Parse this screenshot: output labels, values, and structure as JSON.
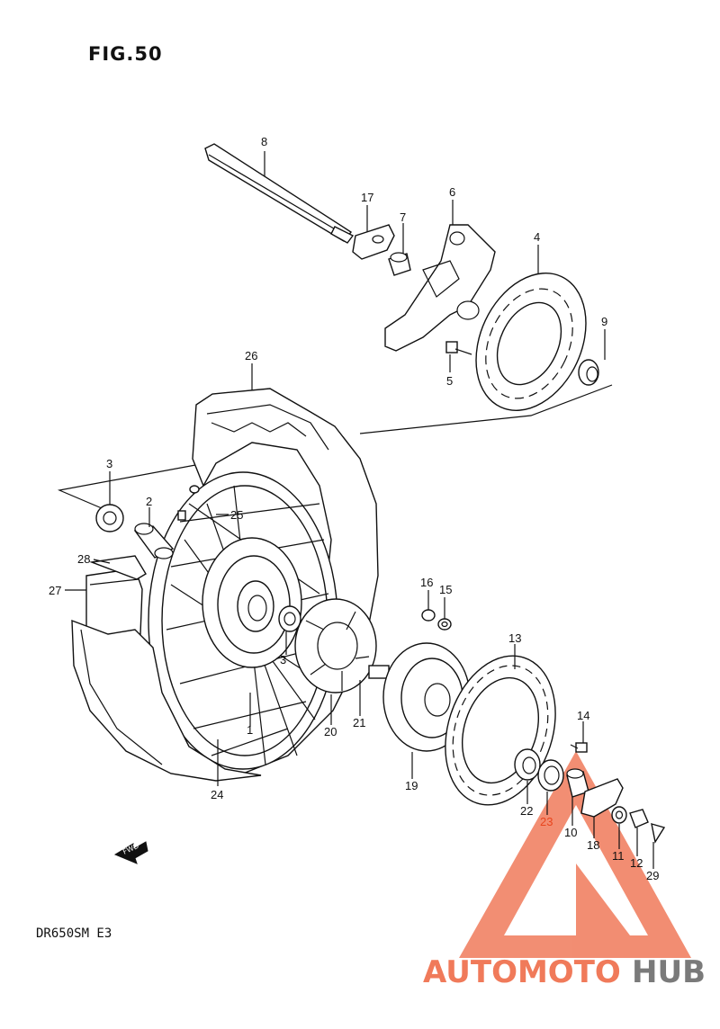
{
  "figure": {
    "title": "FIG.50",
    "model": "DR650SM  E3",
    "fwd_label": "FWD"
  },
  "callouts": [
    "8",
    "17",
    "7",
    "6",
    "4",
    "9",
    "5",
    "26",
    "3",
    "2",
    "25",
    "28",
    "27",
    "3",
    "16",
    "15",
    "13",
    "14",
    "1",
    "20",
    "21",
    "19",
    "22",
    "23",
    "10",
    "18",
    "11",
    "12",
    "29",
    "24"
  ],
  "watermark": {
    "part1": "AUTOMOTO",
    "part2": "HUB"
  },
  "colors": {
    "line": "#111111",
    "highlight": "#e8451e",
    "watermark_red": "#f07a5a",
    "watermark_gray": "#7a7a7a"
  }
}
